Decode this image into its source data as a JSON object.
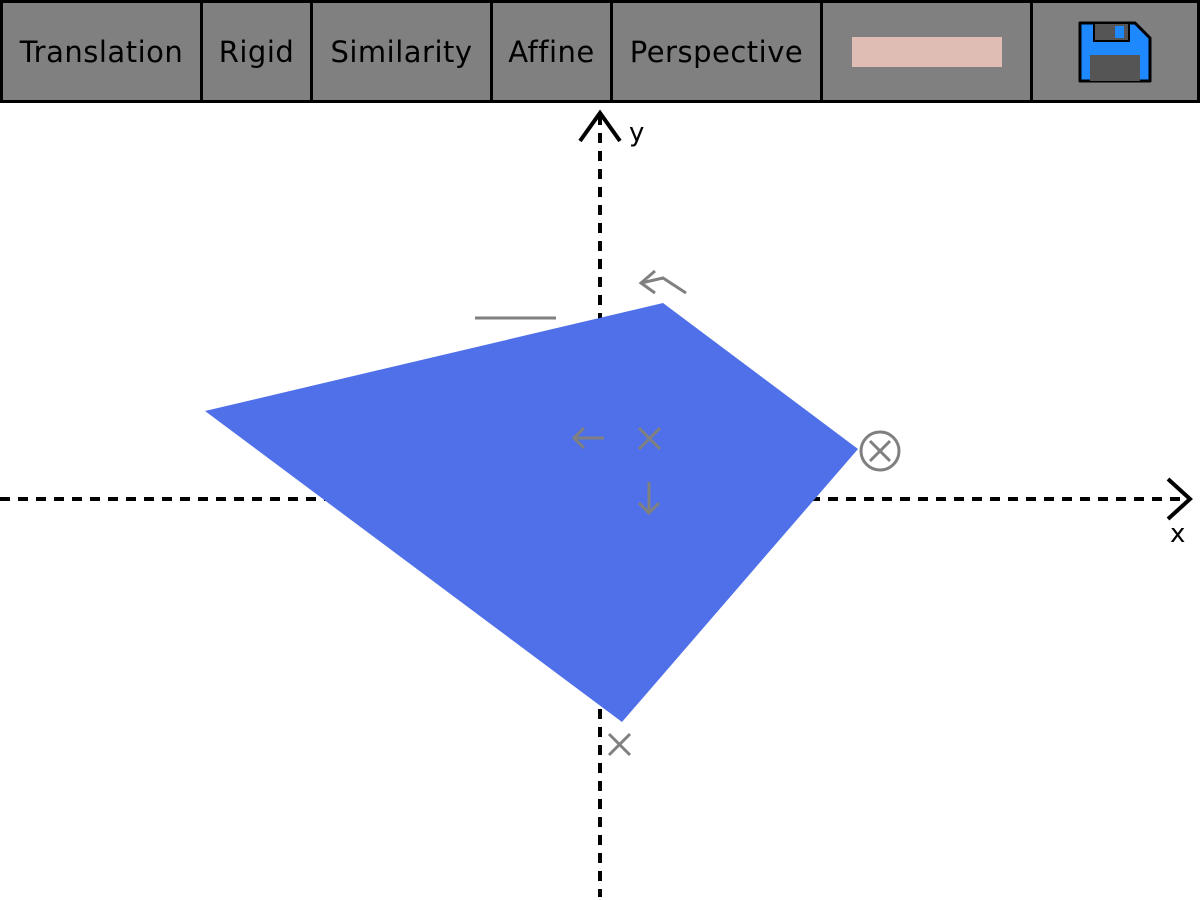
{
  "toolbar": {
    "translation_label": "Translation",
    "rigid_label": "Rigid",
    "similarity_label": "Similarity",
    "affine_label": "Affine",
    "perspective_label": "Perspective",
    "color_swatch": "#dfbdb4",
    "save_icon": "floppy-disk-icon"
  },
  "canvas": {
    "x_axis_label": "x",
    "y_axis_label": "y",
    "shape_color": "#4f70e8",
    "handle_color": "#808080",
    "axis_color": "#000000"
  }
}
